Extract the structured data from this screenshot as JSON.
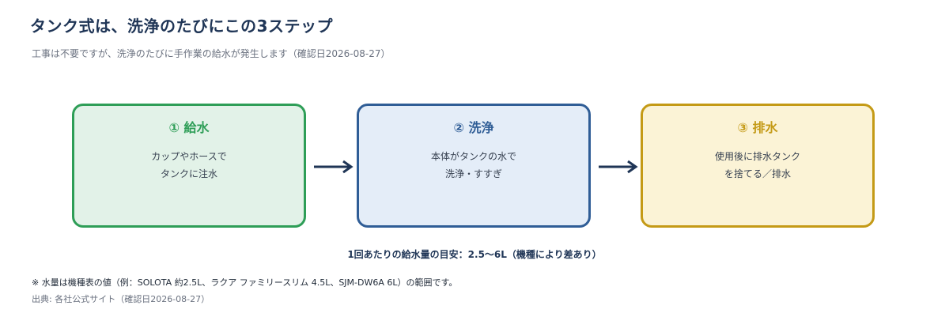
{
  "header": {
    "title": "タンク式は、洗浄のたびにこの3ステップ",
    "subtitle": "工事は不要ですが、洗浄のたびに手作業の給水が発生します（確認日2026-08-27）"
  },
  "steps": [
    {
      "title": "① 給水",
      "lines": [
        "カップやホースで",
        "タンクに注水"
      ],
      "color": "#2e9e57"
    },
    {
      "title": "② 洗浄",
      "lines": [
        "本体がタンクの水で",
        "洗浄・すすぎ"
      ],
      "color": "#2f5d96"
    },
    {
      "title": "③ 排水",
      "lines": [
        "使用後に排水タンク",
        "を捨てる／排水"
      ],
      "color": "#c49a16"
    }
  ],
  "arrow_color": "#1f3556",
  "note": "1回あたりの給水量の目安：2.5〜6L（機種により差あり）",
  "footnote": "※ 水量は機種表の値（例：SOLOTA 約2.5L、ラクア ファミリースリム 4.5L、SJM-DW6A 6L）の範囲です。",
  "source": "出典: 各社公式サイト（確認日2026-08-27）"
}
